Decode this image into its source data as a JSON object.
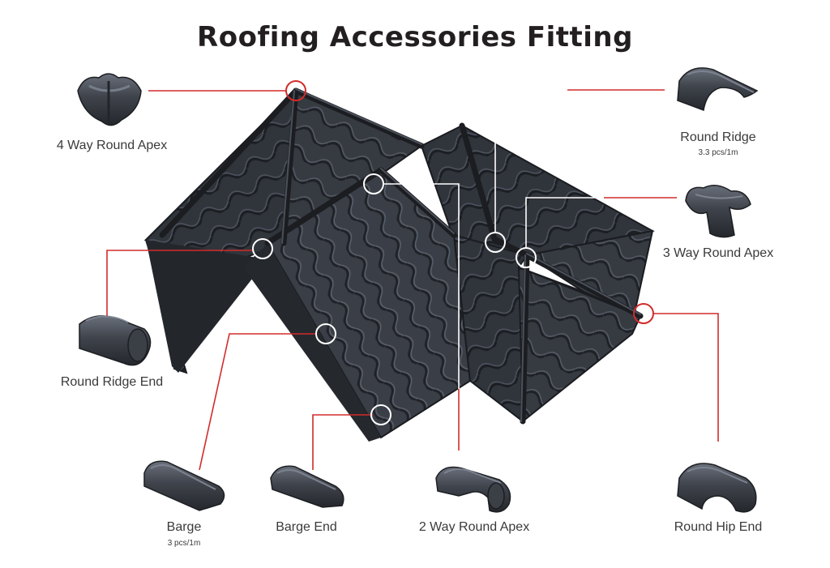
{
  "title": "Roofing Accessories Fitting",
  "colors": {
    "leader_red": "#d22b2b",
    "leader_white": "#ffffff",
    "tile_dark": "#2c2f35",
    "tile_mid": "#3c4048",
    "tile_light": "#596070"
  },
  "accessories": [
    {
      "id": "four-way-round-apex",
      "label": "4 Way Round Apex",
      "icon": "four-way-apex-icon"
    },
    {
      "id": "round-ridge",
      "label": "Round Ridge",
      "note": "3.3 pcs/1m",
      "icon": "round-ridge-icon"
    },
    {
      "id": "three-way-round-apex",
      "label": "3 Way Round Apex",
      "icon": "three-way-apex-icon"
    },
    {
      "id": "round-ridge-end",
      "label": "Round Ridge End",
      "icon": "round-ridge-end-icon"
    },
    {
      "id": "round-hip-end",
      "label": "Round Hip End",
      "icon": "round-hip-end-icon"
    },
    {
      "id": "barge",
      "label": "Barge",
      "note": "3 pcs/1m",
      "icon": "barge-icon"
    },
    {
      "id": "barge-end",
      "label": "Barge End",
      "icon": "barge-end-icon"
    },
    {
      "id": "two-way-round-apex",
      "label": "2 Way Round Apex",
      "icon": "two-way-apex-icon"
    }
  ]
}
